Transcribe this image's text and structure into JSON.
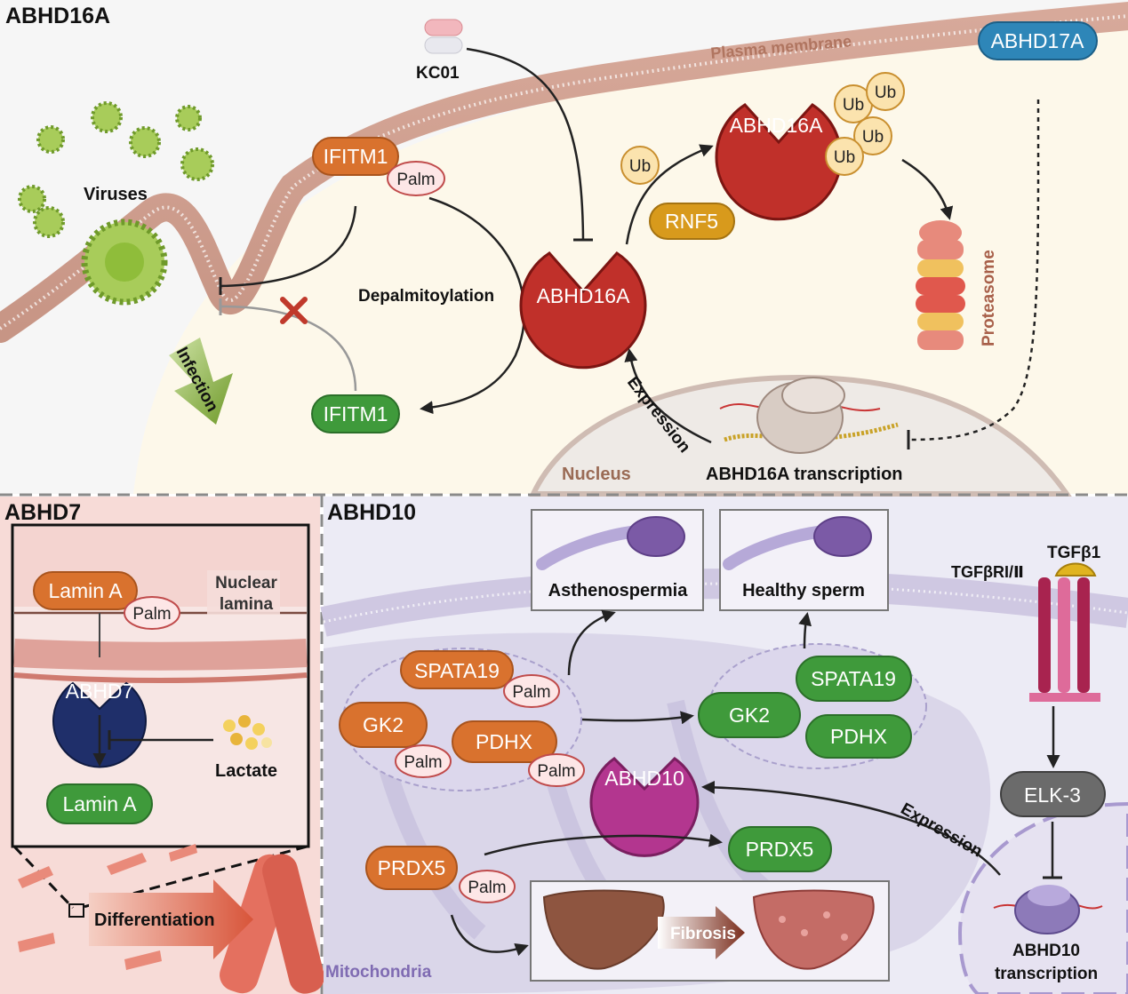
{
  "panels": {
    "abhd16a": "ABHD16A",
    "abhd7": "ABHD7",
    "abhd10": "ABHD10"
  },
  "abhd16a_panel": {
    "plasma_membrane": "Plasma membrane",
    "viruses": "Viruses",
    "infection": "Infection",
    "kc01": "KC01",
    "ifitm1_palm": "IFITM1",
    "palm": "Palm",
    "depalmitoylation": "Depalmitoylation",
    "ifitm1": "IFITM1",
    "abhd16a_enzyme": "ABHD16A",
    "abhd16a_ub": "ABHD16A",
    "ub": "Ub",
    "rnf5": "RNF5",
    "proteasome": "Proteasome",
    "abhd17a": "ABHD17A",
    "expression": "Expression",
    "nucleus": "Nucleus",
    "transcription": "ABHD16A transcription"
  },
  "abhd7_panel": {
    "lamin_a_palm": "Lamin A",
    "palm": "Palm",
    "nuclear_lamina_1": "Nuclear",
    "nuclear_lamina_2": "lamina",
    "abhd7_enzyme": "ABHD7",
    "lactate": "Lactate",
    "lamin_a": "Lamin A",
    "differentiation": "Differentiation"
  },
  "abhd10_panel": {
    "asthenospermia": "Asthenospermia",
    "healthy_sperm": "Healthy sperm",
    "tgfb_receptor": "TGFβRI/Ⅱ",
    "tgfb1": "TGFβ1",
    "spata19_palm": "SPATA19",
    "gk2_palm": "GK2",
    "pdhx_palm": "PDHX",
    "palm": "Palm",
    "gk2": "GK2",
    "spata19": "SPATA19",
    "pdhx": "PDHX",
    "abhd10_enzyme": "ABHD10",
    "prdx5_palm": "PRDX5",
    "prdx5": "PRDX5",
    "fibrosis": "Fibrosis",
    "mitochondria": "Mitochondria",
    "elk3": "ELK-3",
    "expression": "Expression",
    "transcription_1": "ABHD10",
    "transcription_2": "transcription"
  },
  "colors": {
    "palmitoylated": "#d9722e",
    "depalmitoylated": "#3f9a3b",
    "abhd16a": "#c0302a",
    "abhd7": "#1f2f6a",
    "abhd10": "#b3368f",
    "abhd17a": "#2e86b8",
    "rnf5": "#d89a1c",
    "elk3": "#6b6b6b"
  }
}
